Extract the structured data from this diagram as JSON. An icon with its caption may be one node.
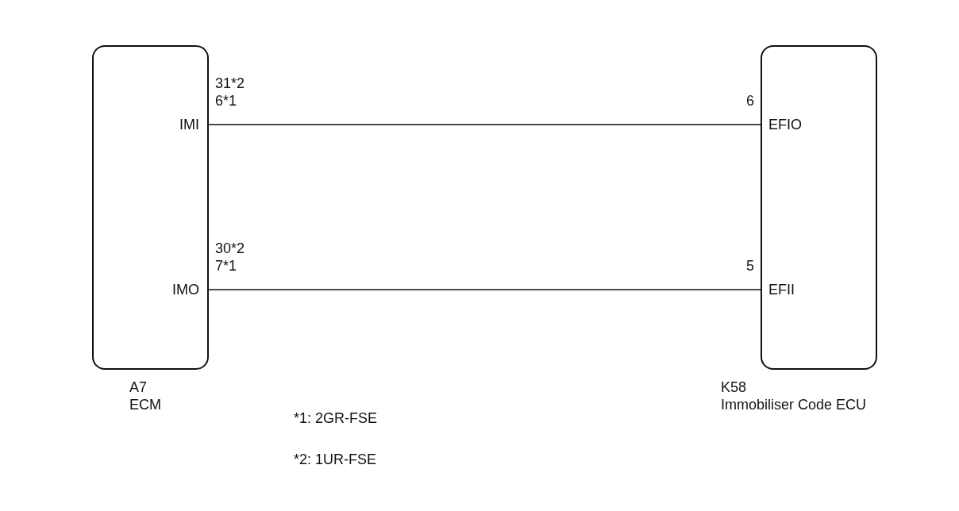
{
  "diagram": {
    "nodes": [
      {
        "text": [
          "A7",
          "ECM"
        ]
      },
      {
        "text": [
          "IMI"
        ],
        "in": 0,
        "beside": [
          "31*2",
          "6*1"
        ]
      },
      {
        "text": [
          "IMO"
        ],
        "in": 0,
        "beside": [
          "30*2",
          "7*1"
        ]
      },
      {
        "text": [
          "K58",
          "Immobiliser Code ECU"
        ]
      },
      {
        "text": [
          "EFIO"
        ],
        "in": 3,
        "beside": [
          "6"
        ]
      },
      {
        "text": [
          "EFII"
        ],
        "in": 3,
        "beside": [
          "5"
        ]
      }
    ],
    "edges": [
      {
        "from": 1,
        "to": 4,
        "arrow": "none"
      },
      {
        "from": 2,
        "to": 5,
        "arrow": "none"
      }
    ],
    "labels": [
      "*1: 2GR-FSE",
      "*2: 1UR-FSE"
    ]
  }
}
